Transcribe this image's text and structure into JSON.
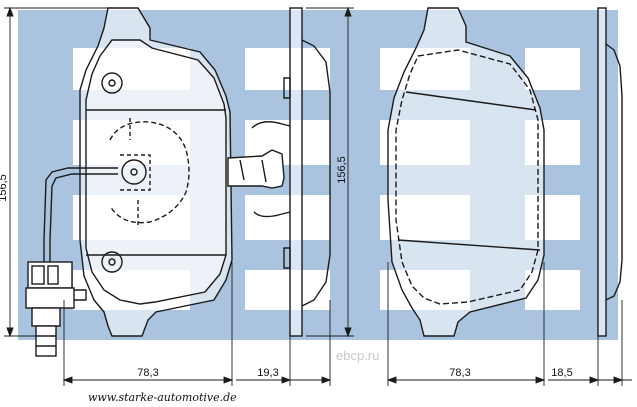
{
  "dimensions": {
    "height_left": "156,5",
    "height_middle": "156,5",
    "width_front": "78,3",
    "thickness_side": "19,3",
    "width_back": "78,3",
    "thickness_back": "18,5"
  },
  "website": "www.starke-automotive.de",
  "watermark": "ebcp.ru",
  "colors": {
    "background_logo": "#8fb1d6",
    "line": "#1b1b1b"
  }
}
